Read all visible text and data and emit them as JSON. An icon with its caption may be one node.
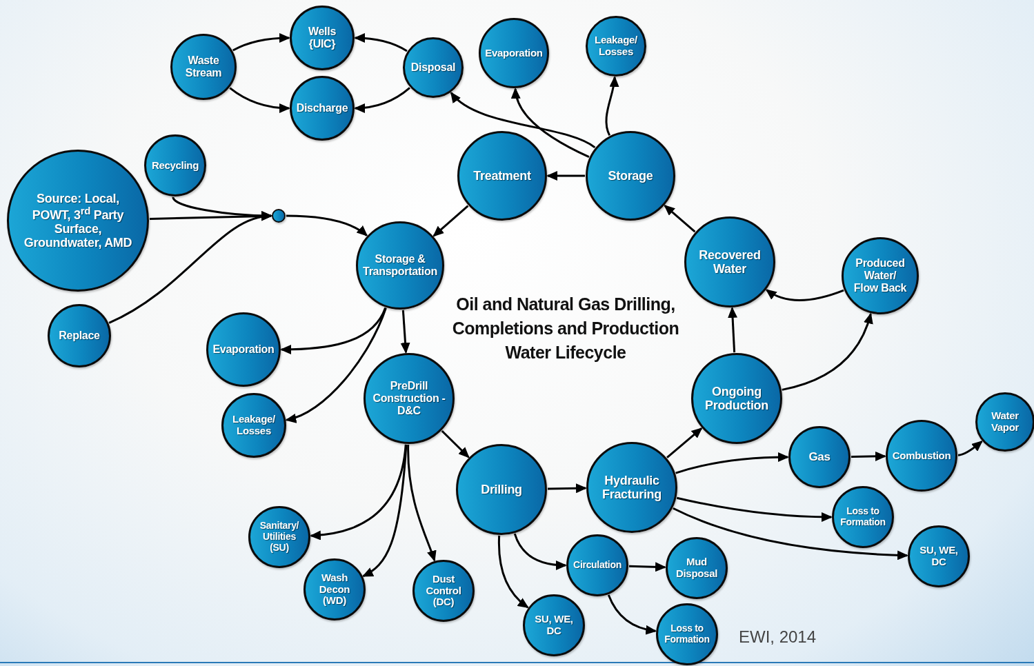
{
  "diagram": {
    "title": "Oil and Natural Gas Drilling, Completions and Production Water Lifecycle",
    "nodes": [
      {
        "text": [
          "Waste Stream"
        ]
      },
      {
        "text": [
          "Wells {UIC}"
        ]
      },
      {
        "text": [
          "Discharge"
        ]
      },
      {
        "text": [
          "Disposal"
        ]
      },
      {
        "text": [
          "Evaporation"
        ]
      },
      {
        "text": [
          "Leakage/ Losses"
        ]
      },
      {
        "text": [
          "Recycling"
        ]
      },
      {
        "text": [
          "Source: Local, POWT, 3$^{rd}$ Party Surface, Groundwater, AMD"
        ]
      },
      {
        "text": [],
        "shape": "circle"
      },
      {
        "text": [
          "Replace"
        ]
      },
      {
        "text": [
          "Treatment"
        ]
      },
      {
        "text": [
          "Storage"
        ]
      },
      {
        "text": [
          "Storage & Transportation"
        ]
      },
      {
        "text": [
          "Evaporation"
        ]
      },
      {
        "text": [
          "Leakage/ Losses"
        ]
      },
      {
        "text": [
          "PreDrill Construction - D&C"
        ]
      },
      {
        "text": [
          "Recovered Water"
        ]
      },
      {
        "text": [
          "Produced Water/ Flow Back"
        ]
      },
      {
        "text": [
          "Ongoing Production"
        ]
      },
      {
        "text": [
          "Drilling"
        ]
      },
      {
        "text": [
          "Hydraulic Fracturing"
        ]
      },
      {
        "text": [
          "Gas"
        ]
      },
      {
        "text": [
          "Combustion"
        ]
      },
      {
        "text": [
          "Water Vapor"
        ]
      },
      {
        "text": [
          "Sanitary/ Utilities (SU)"
        ]
      },
      {
        "text": [
          "Wash Decon (WD)"
        ]
      },
      {
        "text": [
          "Dust Control (DC)"
        ]
      },
      {
        "text": [
          "Circulation"
        ]
      },
      {
        "text": [
          "Mud Disposal"
        ]
      },
      {
        "text": [
          "SU, WE, DC"
        ]
      },
      {
        "text": [
          "Loss to Formation"
        ]
      },
      {
        "text": [
          "Loss to Formation"
        ]
      },
      {
        "text": [
          "SU, WE, DC"
        ]
      }
    ],
    "edges": [
      {
        "from": 0,
        "to": 1,
        "arrow": "to"
      },
      {
        "from": 0,
        "to": 2,
        "arrow": "to"
      },
      {
        "from": 3,
        "to": 1,
        "arrow": "to"
      },
      {
        "from": 3,
        "to": 2,
        "arrow": "to"
      },
      {
        "from": 11,
        "to": 3,
        "arrow": "to"
      },
      {
        "from": 11,
        "to": 4,
        "arrow": "to"
      },
      {
        "from": 11,
        "to": 5,
        "arrow": "to"
      },
      {
        "from": 11,
        "to": 10,
        "arrow": "to"
      },
      {
        "from": 10,
        "to": 12,
        "arrow": "to"
      },
      {
        "from": 6,
        "to": 8,
        "arrow": "to"
      },
      {
        "from": 7,
        "to": 8,
        "arrow": "to"
      },
      {
        "from": 9,
        "to": 8,
        "arrow": "to"
      },
      {
        "from": 8,
        "to": 12,
        "arrow": "to"
      },
      {
        "from": 12,
        "to": 13,
        "arrow": "to"
      },
      {
        "from": 12,
        "to": 14,
        "arrow": "to"
      },
      {
        "from": 12,
        "to": 15,
        "arrow": "to"
      },
      {
        "from": 15,
        "to": 19,
        "arrow": "to"
      },
      {
        "from": 15,
        "to": 24,
        "arrow": "to"
      },
      {
        "from": 15,
        "to": 25,
        "arrow": "to"
      },
      {
        "from": 15,
        "to": 26,
        "arrow": "to"
      },
      {
        "from": 19,
        "to": 20,
        "arrow": "to"
      },
      {
        "from": 19,
        "to": 27,
        "arrow": "to"
      },
      {
        "from": 19,
        "to": 29,
        "arrow": "to"
      },
      {
        "from": 27,
        "to": 28,
        "arrow": "to"
      },
      {
        "from": 27,
        "to": 30,
        "arrow": "to"
      },
      {
        "from": 20,
        "to": 18,
        "arrow": "to"
      },
      {
        "from": 20,
        "to": 21,
        "arrow": "to"
      },
      {
        "from": 20,
        "to": 31,
        "arrow": "to"
      },
      {
        "from": 20,
        "to": 32,
        "arrow": "to"
      },
      {
        "from": 21,
        "to": 22,
        "arrow": "to"
      },
      {
        "from": 22,
        "to": 23,
        "arrow": "to"
      },
      {
        "from": 18,
        "to": 16,
        "arrow": "to"
      },
      {
        "from": 18,
        "to": 17,
        "arrow": "to"
      },
      {
        "from": 17,
        "to": 16,
        "arrow": "to"
      },
      {
        "from": 16,
        "to": 11,
        "arrow": "to"
      }
    ],
    "labels": [
      "EWI, 2014"
    ]
  }
}
